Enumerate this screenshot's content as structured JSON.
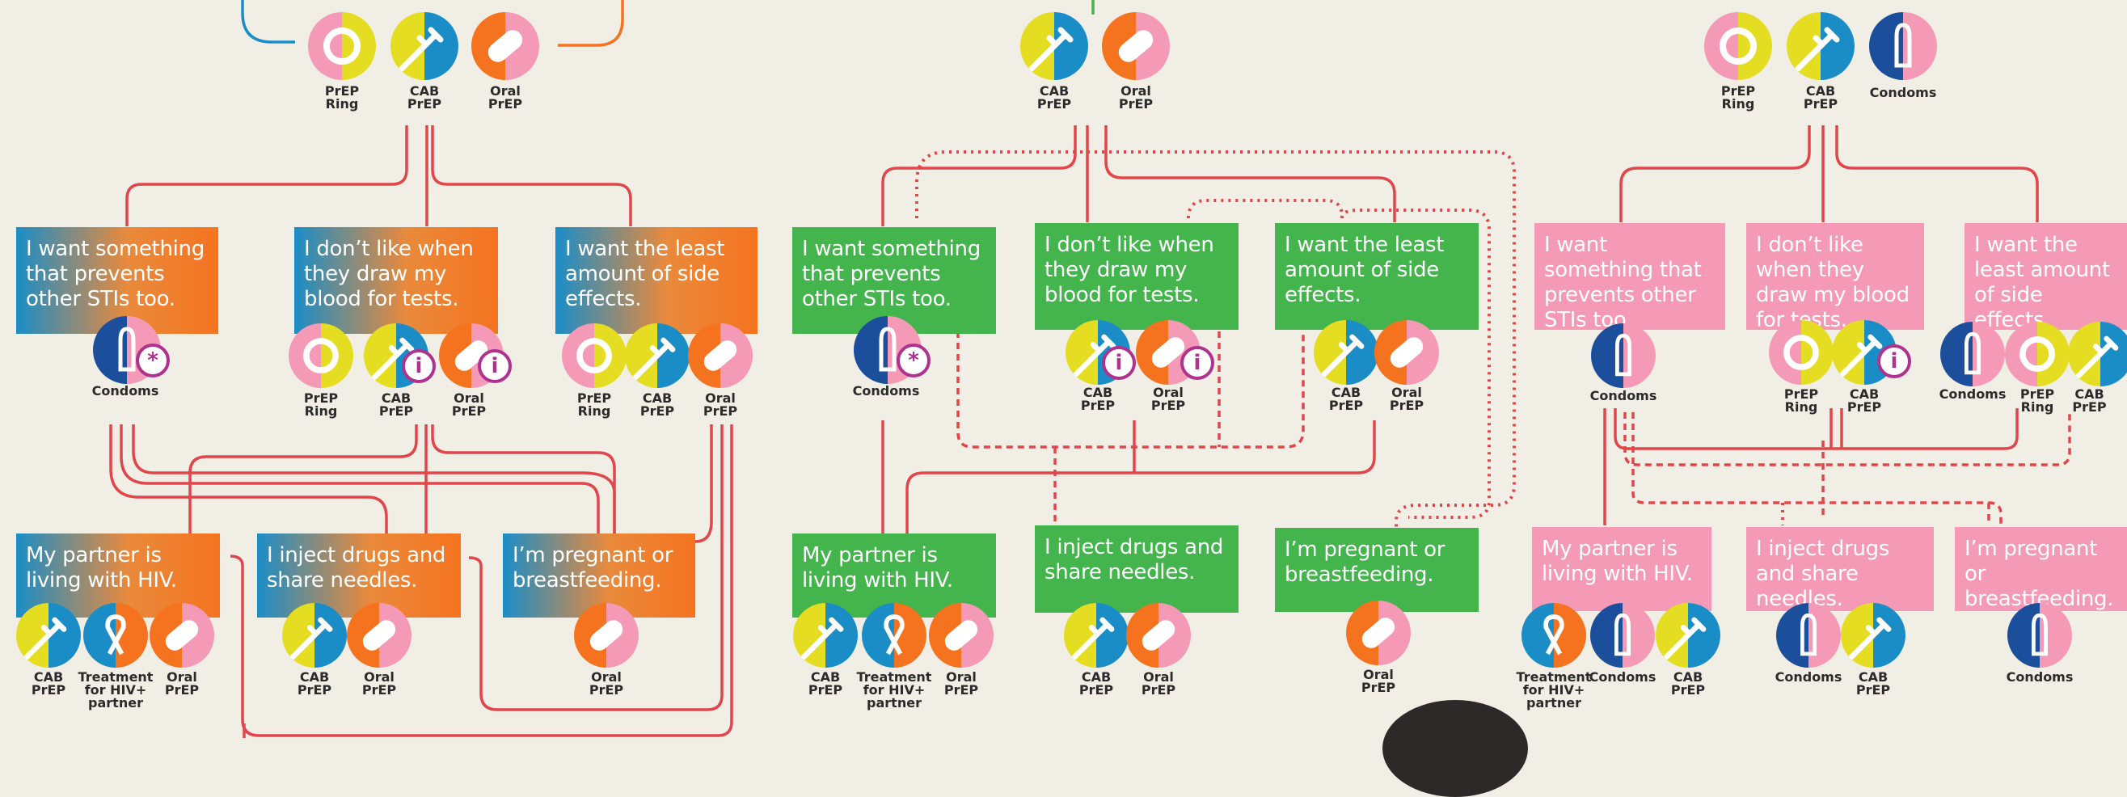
{
  "colors": {
    "wire": "#e0464a",
    "blue": "#1a8dc7",
    "navy": "#1b4f9c",
    "yellow": "#e5dd21",
    "orange": "#f5731f",
    "pink": "#f49ab6",
    "green": "#43b54c",
    "info_badge": "#b0328f"
  },
  "top_options": {
    "left": {
      "prep_ring": [
        "PrEP",
        "Ring"
      ],
      "cab_prep": [
        "CAB",
        "PrEP"
      ],
      "oral_prep": [
        "Oral",
        "PrEP"
      ]
    },
    "middle": {
      "cab_prep": [
        "CAB",
        "PrEP"
      ],
      "oral_prep": [
        "Oral",
        "PrEP"
      ]
    },
    "right": {
      "prep_ring": [
        "PrEP",
        "Ring"
      ],
      "cab_prep": [
        "CAB",
        "PrEP"
      ],
      "condoms": "Condoms"
    }
  },
  "panels": {
    "left": {
      "sti": {
        "text": "I want something that prevents other STIs too.",
        "options": {
          "condoms": "Condoms"
        }
      },
      "blood": {
        "text": "I don’t like when they draw my blood for tests.",
        "options": {
          "prep_ring": [
            "PrEP",
            "Ring"
          ],
          "cab_prep": [
            "CAB",
            "PrEP"
          ],
          "oral_prep": [
            "Oral",
            "PrEP"
          ]
        }
      },
      "side": {
        "text": "I want the least amount of side effects.",
        "options": {
          "prep_ring": [
            "PrEP",
            "Ring"
          ],
          "cab_prep": [
            "CAB",
            "PrEP"
          ],
          "oral_prep": [
            "Oral",
            "PrEP"
          ]
        }
      },
      "partner": {
        "text": "My partner is living with HIV.",
        "options": {
          "cab_prep": [
            "CAB",
            "PrEP"
          ],
          "treatment": [
            "Treatment",
            "for HIV+",
            "partner"
          ],
          "oral_prep": [
            "Oral",
            "PrEP"
          ]
        }
      },
      "inject": {
        "text": "I inject drugs and share needles.",
        "options": {
          "cab_prep": [
            "CAB",
            "PrEP"
          ],
          "oral_prep": [
            "Oral",
            "PrEP"
          ]
        }
      },
      "pregnant": {
        "text": "I’m pregnant or breastfeeding.",
        "options": {
          "oral_prep": [
            "Oral",
            "PrEP"
          ]
        }
      }
    },
    "middle": {
      "sti": {
        "text": "I want something that prevents other STIs too.",
        "options": {
          "condoms": "Condoms"
        }
      },
      "blood": {
        "text": "I don’t like when they draw my blood for tests.",
        "options": {
          "cab_prep": [
            "CAB",
            "PrEP"
          ],
          "oral_prep": [
            "Oral",
            "PrEP"
          ]
        }
      },
      "side": {
        "text": "I want the least amount of side effects.",
        "options": {
          "cab_prep": [
            "CAB",
            "PrEP"
          ],
          "oral_prep": [
            "Oral",
            "PrEP"
          ]
        }
      },
      "partner": {
        "text": "My partner is living with HIV.",
        "options": {
          "cab_prep": [
            "CAB",
            "PrEP"
          ],
          "treatment": [
            "Treatment",
            "for HIV+",
            "partner"
          ],
          "oral_prep": [
            "Oral",
            "PrEP"
          ]
        }
      },
      "inject": {
        "text": "I inject drugs and share needles.",
        "options": {
          "cab_prep": [
            "CAB",
            "PrEP"
          ],
          "oral_prep": [
            "Oral",
            "PrEP"
          ]
        }
      },
      "pregnant": {
        "text": "I’m pregnant or breastfeeding.",
        "options": {
          "oral_prep": [
            "Oral",
            "PrEP"
          ]
        }
      }
    },
    "right": {
      "sti": {
        "text": "I want something that prevents other STIs too.",
        "options": {
          "condoms": "Condoms"
        }
      },
      "blood": {
        "text": "I don’t like when they draw my blood for tests.",
        "options": {
          "prep_ring": [
            "PrEP",
            "Ring"
          ],
          "cab_prep": [
            "CAB",
            "PrEP"
          ]
        }
      },
      "side": {
        "text": "I want the least amount of side effects.",
        "options": {
          "condoms": "Condoms",
          "prep_ring": [
            "PrEP",
            "Ring"
          ],
          "cab_prep": [
            "CAB",
            "PrEP"
          ]
        }
      },
      "partner": {
        "text": "My partner is living with HIV.",
        "options": {
          "treatment": [
            "Treatment",
            "for HIV+",
            "partner"
          ],
          "condoms": "Condoms",
          "cab_prep": [
            "CAB",
            "PrEP"
          ]
        }
      },
      "inject": {
        "text": "I inject drugs and share needles.",
        "options": {
          "condoms": "Condoms",
          "cab_prep": [
            "CAB",
            "PrEP"
          ]
        }
      },
      "pregnant": {
        "text": "I’m pregnant or breastfeeding.",
        "options": {
          "condoms": "Condoms"
        }
      }
    }
  },
  "badges": {
    "info": "i",
    "sti": "*"
  }
}
